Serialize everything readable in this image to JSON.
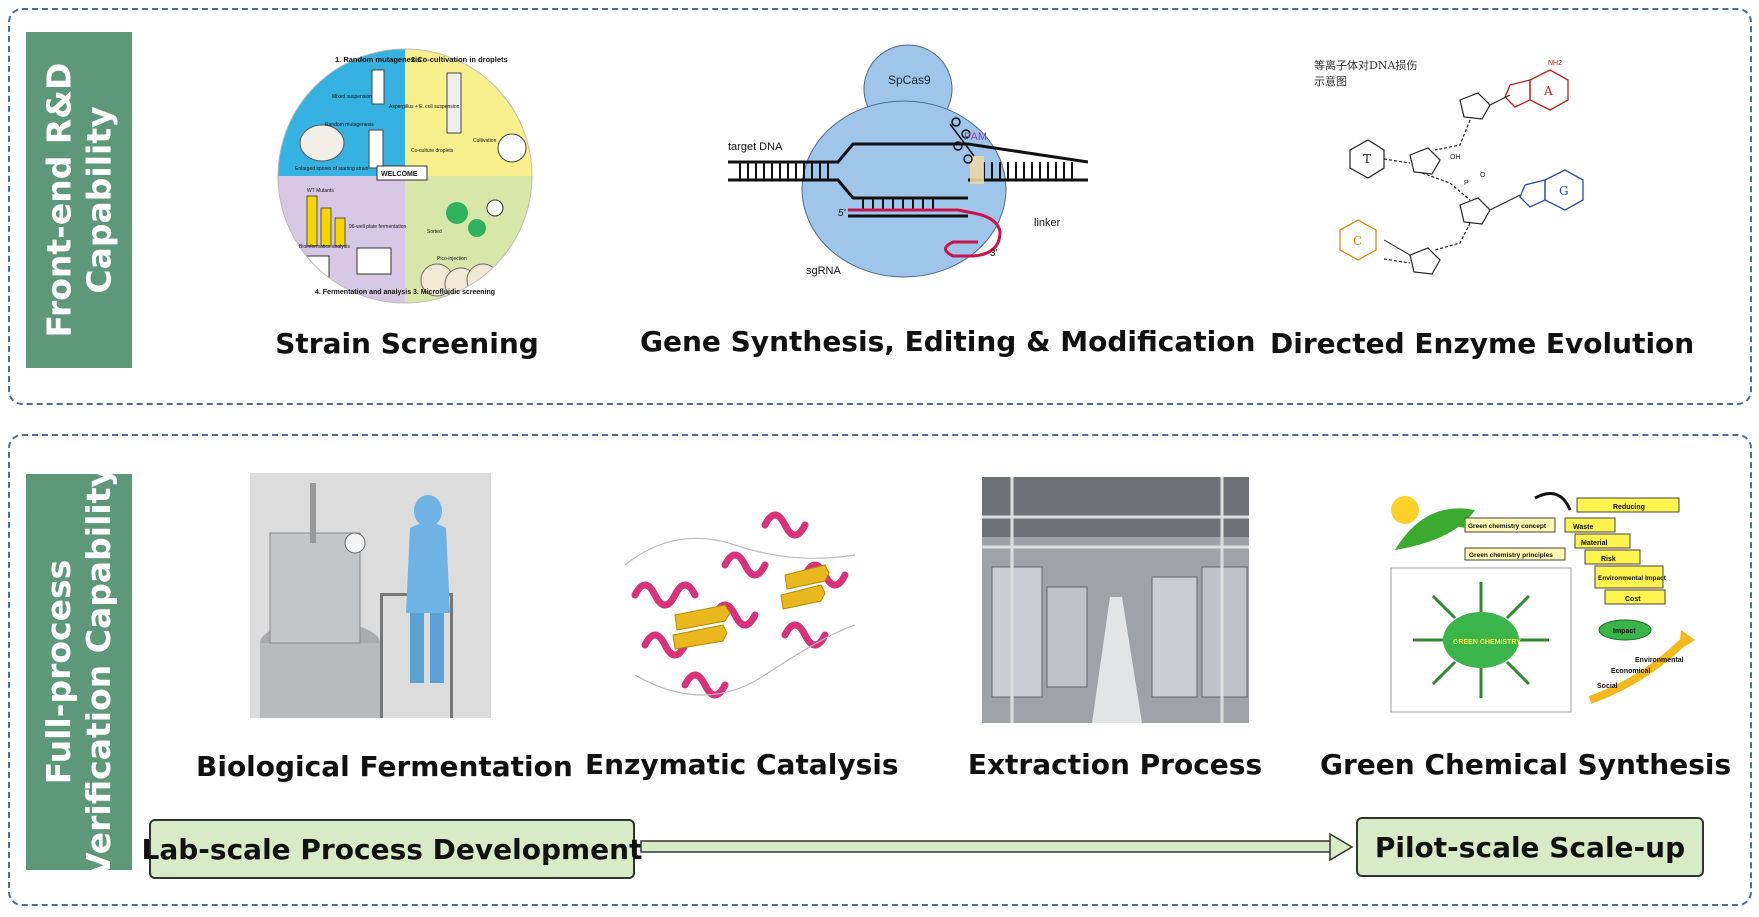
{
  "top_section": {
    "label_line1": "Front-end R&D",
    "label_line2": "Capability",
    "captions": {
      "strain": "Strain Screening",
      "gene": "Gene Synthesis, Editing & Modification",
      "enzyme": "Directed Enzyme Evolution"
    },
    "strain_figure": {
      "q1_title": "1. Random mutagenesis",
      "q2_title": "2.Co-cultivation in droplets",
      "q3_title": "3. Microfluidic screening",
      "q4_title": "4. Fermentation and analysis",
      "center_label": "WELCOME",
      "labels": [
        "Mixed suspension",
        "Random mutagenesis",
        "Enlarged spores of starting strain",
        "Aspergillus + E. coli suspension",
        "Co-culture droplets",
        "Cultivation",
        "Sorted",
        "Pico-injection",
        "96-well plate fermentation",
        "Bioinformatics analysis",
        "WT Mutants"
      ]
    },
    "crispr_figure": {
      "protein": "SpCas9",
      "pam": "PAM",
      "target": "target DNA",
      "sgrna": "sgRNA",
      "linker": "linker",
      "five_prime": "5'",
      "three_prime": "3'"
    },
    "dna_figure": {
      "title_line1": "等离子体对DNA损伤",
      "title_line2": "示意图",
      "bases": [
        "A",
        "T",
        "G",
        "C"
      ],
      "groups": [
        "NH2",
        "OH",
        "O",
        "P"
      ]
    }
  },
  "bottom_section": {
    "label_line1": "Full-process",
    "label_line2": "Verification Capability",
    "captions": {
      "fermentation": "Biological Fermentation",
      "catalysis": "Enzymatic Catalysis",
      "extraction": "Extraction Process",
      "green": "Green Chemical Synthesis"
    },
    "green_figure": {
      "concept": "Green chemistry concept",
      "principles": "Green chemistry principles",
      "center": "GREEN CHEMISTRY",
      "reducing": "Reducing",
      "reducing_items": [
        "Waste",
        "Material",
        "Risk",
        "Environmental Impact",
        "Cost"
      ],
      "impact": "Impact",
      "outcomes": [
        "Environmental",
        "Economical",
        "Social"
      ]
    },
    "flow": {
      "start": "Lab-scale Process Development",
      "end": "Pilot-scale Scale-up"
    }
  },
  "colors": {
    "side_panel": "#5d987a",
    "box_fill": "#d7ecc6",
    "border_dash": "#4f6d8f"
  }
}
